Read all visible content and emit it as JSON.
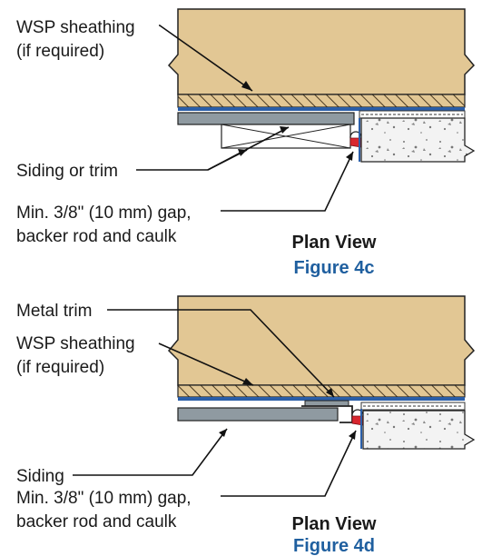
{
  "figures": [
    {
      "id": "4c",
      "labels": {
        "sheathing_line1": "WSP sheathing",
        "sheathing_line2": "(if required)",
        "siding": "Siding or trim",
        "gap_line1": "Min. 3/8\" (10 mm) gap,",
        "gap_line2": "backer rod and caulk"
      },
      "caption": {
        "view": "Plan View",
        "figure": "Figure 4c"
      }
    },
    {
      "id": "4d",
      "labels": {
        "metal_trim": "Metal trim",
        "sheathing_line1": "WSP sheathing",
        "sheathing_line2": "(if required)",
        "siding": "Siding",
        "gap_line1": "Min. 3/8\" (10 mm) gap,",
        "gap_line2": "backer rod and caulk"
      },
      "caption": {
        "view": "Plan View",
        "figure": "Figure 4d"
      }
    }
  ],
  "colors": {
    "wood": "#e2c794",
    "siding": "#8f9aa1",
    "caulk": "#d8262f",
    "wrap": "#2a5ea8",
    "figure_caption": "#1f5f9f"
  }
}
